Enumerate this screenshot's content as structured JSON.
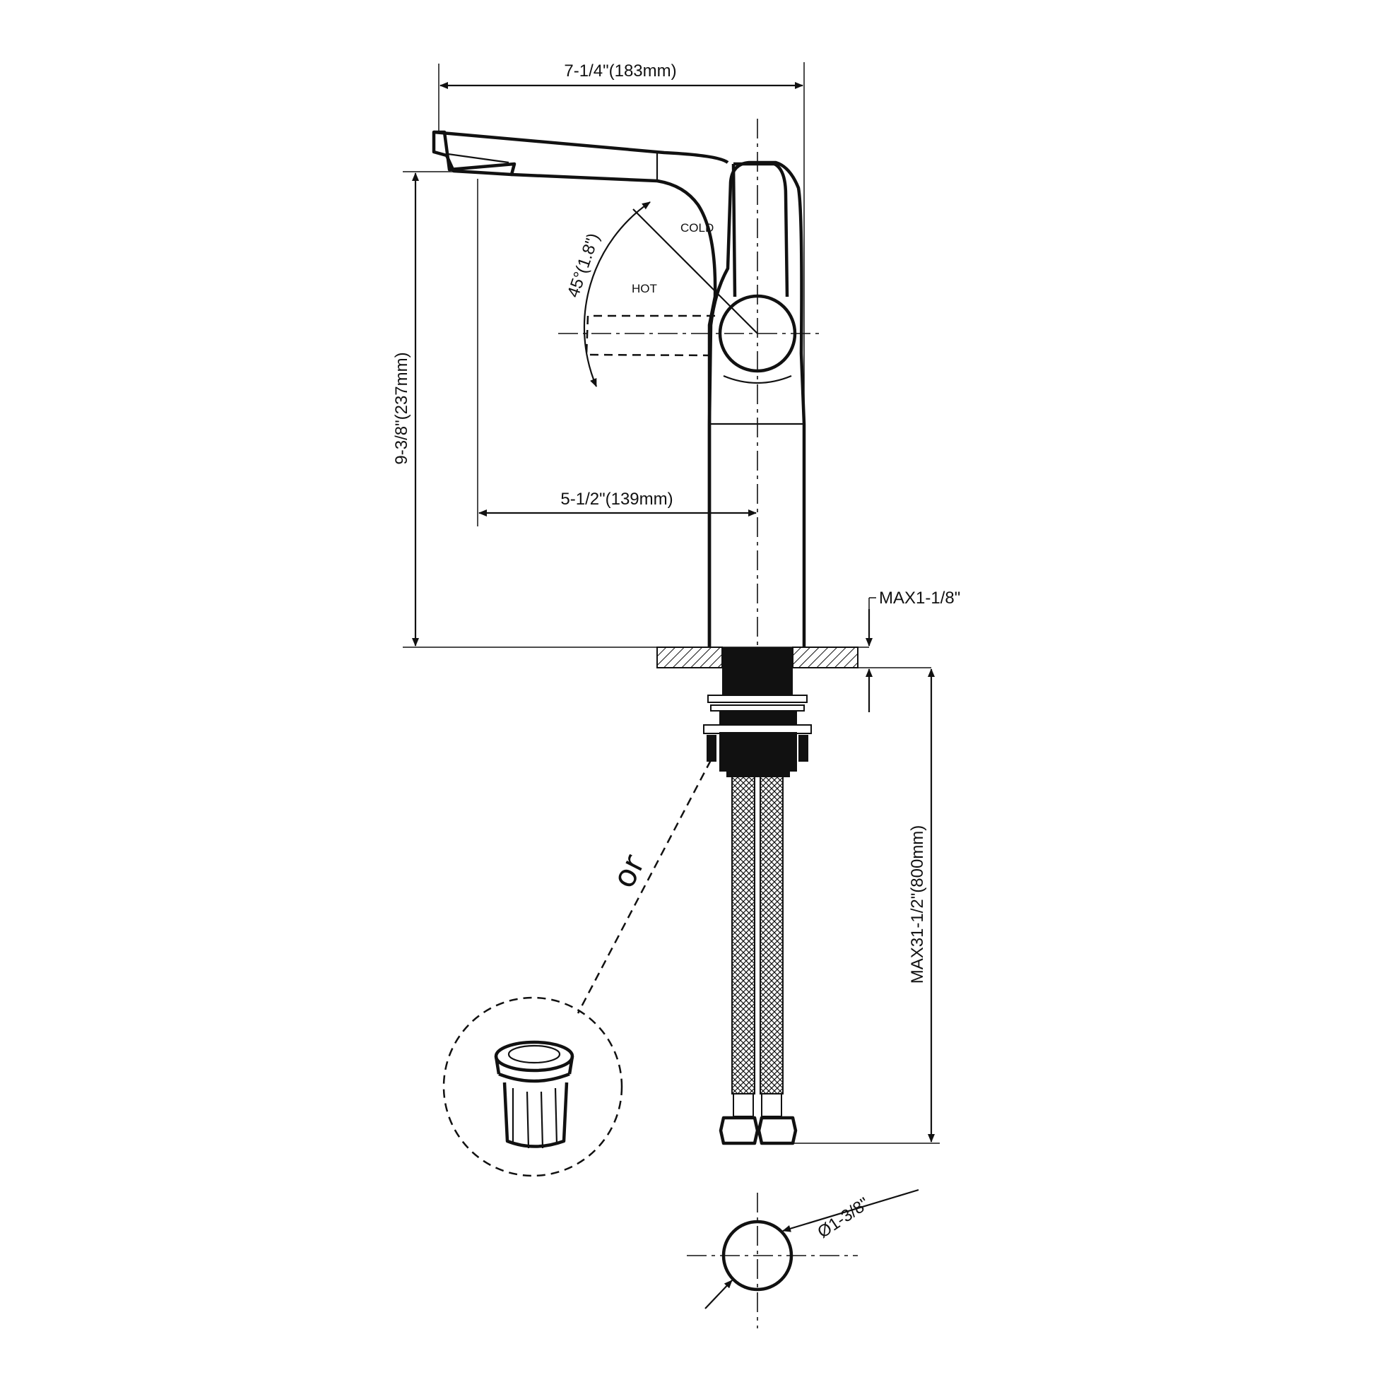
{
  "dimensions": {
    "overall_width": "7-1/4\"(183mm)",
    "spout_height": "9-3/8\"(237mm)",
    "spout_reach": "5-1/2\"(139mm)",
    "max_deck_thickness": "MAX1-1/8\"",
    "hose_length": "MAX31-1/2\"(800mm)",
    "hole_diameter": "Ø1-3/8\"",
    "handle_rotation": "45°(1.8\")"
  },
  "labels": {
    "cold": "COLD",
    "hot": "HOT",
    "alternative": "or"
  }
}
